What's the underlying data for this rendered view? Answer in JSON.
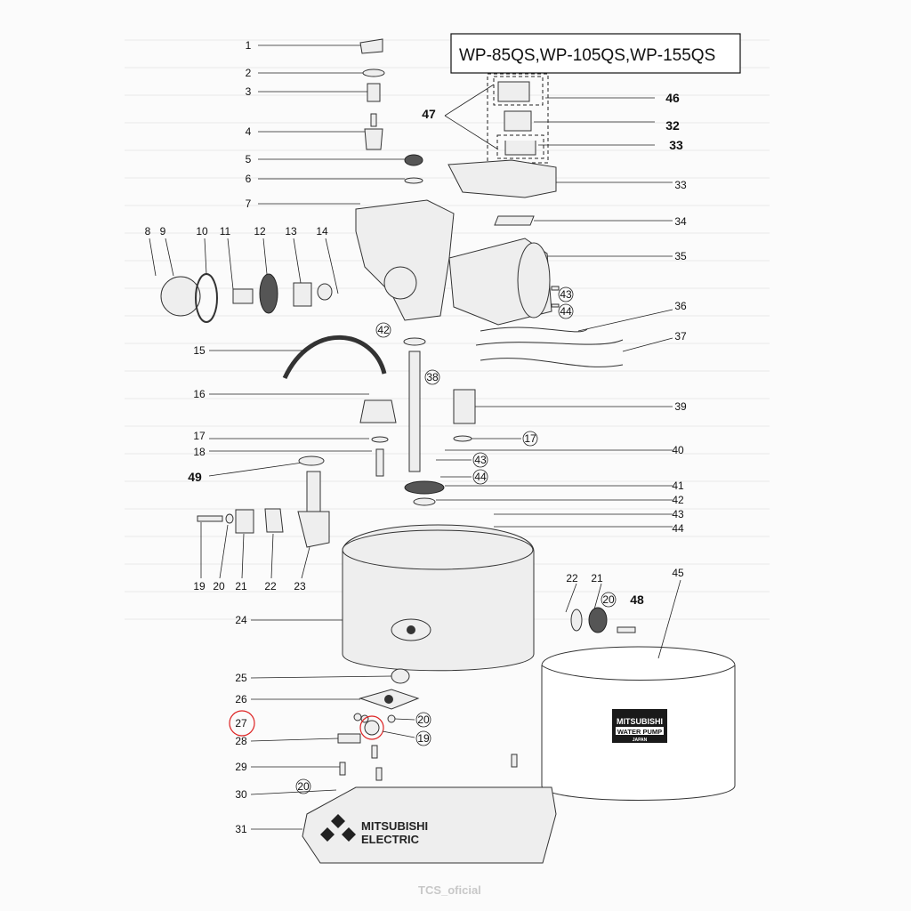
{
  "title": "WP-85QS,WP-105QS,WP-155QS",
  "watermark": "TCS_oficial",
  "tank_badge": {
    "brand": "MITSUBISHI",
    "product": "WATER PUMP",
    "origin": "JAPAN"
  },
  "base_logo": {
    "line1": "MITSUBISHI",
    "line2": "ELECTRIC"
  },
  "highlight_color": "#d22",
  "labels": {
    "l1": "1",
    "l2": "2",
    "l3": "3",
    "l4": "4",
    "l5": "5",
    "l6": "6",
    "l7": "7",
    "l8": "8",
    "l9": "9",
    "l10": "10",
    "l11": "11",
    "l12": "12",
    "l13": "13",
    "l14": "14",
    "l15": "15",
    "l16": "16",
    "l17": "17",
    "l18": "18",
    "l49": "49",
    "l19": "19",
    "l20": "20",
    "l21": "21",
    "l22": "22",
    "l23": "23",
    "l24": "24",
    "l25": "25",
    "l26": "26",
    "l27": "27",
    "l28": "28",
    "l29": "29",
    "l30": "30",
    "l31": "31",
    "r46": "46",
    "r47": "47",
    "r32": "32",
    "r33a": "33",
    "r33b": "33",
    "r34": "34",
    "r35": "35",
    "c43a": "43",
    "c44a": "44",
    "r36": "36",
    "r37": "37",
    "c42": "42",
    "c38": "38",
    "r39": "39",
    "c17": "17",
    "r40": "40",
    "c43b": "43",
    "c44b": "44",
    "r41": "41",
    "r42": "42",
    "r43": "43",
    "r44": "44",
    "r22": "22",
    "r21": "21",
    "c20a": "20",
    "r48": "48",
    "r45": "45",
    "c20b": "20",
    "c19": "19",
    "c20c": "20"
  }
}
